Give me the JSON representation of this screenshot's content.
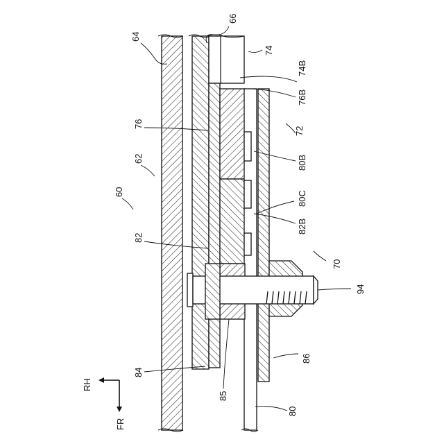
{
  "labels": {
    "l60": "60",
    "l62": "62",
    "l64": "64",
    "l66": "66",
    "l70": "70",
    "l72": "72",
    "l74": "74",
    "l74B": "74B",
    "l76": "76",
    "l76B": "76B",
    "l80": "80",
    "l80B": "80B",
    "l80C": "80C",
    "l82": "82",
    "l82B": "82B",
    "l84": "84",
    "l85": "85",
    "l86": "86",
    "l94": "94"
  },
  "axes": {
    "rh": "RH",
    "fr": "FR"
  }
}
